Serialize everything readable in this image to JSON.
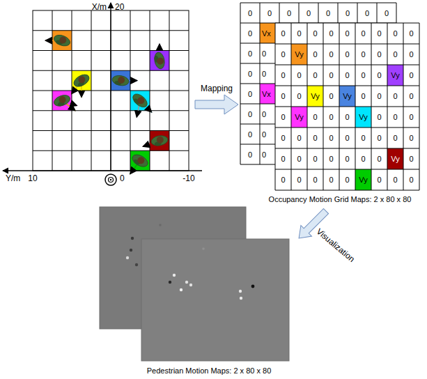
{
  "diagram": {
    "labels": [
      "X/m",
      "20",
      "Y/m",
      "10",
      "0",
      "-10",
      "Mapping",
      "0",
      "0",
      "0",
      "0",
      "0",
      "0",
      "0",
      "0",
      "0",
      "Vx",
      "0",
      "0",
      "0",
      "0",
      "0",
      "Vx",
      "0",
      "0",
      "0",
      "0",
      "0",
      "0",
      "0",
      "0",
      "0",
      "0",
      "0",
      "0",
      "0",
      "0",
      "0",
      "0",
      "Vy",
      "0",
      "0",
      "0",
      "0",
      "0",
      "0",
      "0",
      "0",
      "0",
      "0",
      "0",
      "0",
      "0",
      "0",
      "Vy",
      "0",
      "0",
      "0",
      "Vy",
      "0",
      "Vy",
      "0",
      "0",
      "0",
      "0",
      "0",
      "Vy",
      "0",
      "0",
      "0",
      "Vy",
      "0",
      "0",
      "0",
      "0",
      "0",
      "0",
      "0",
      "0",
      "0",
      "0",
      "0",
      "0",
      "0",
      "0",
      "0",
      "0",
      "0",
      "0",
      "0",
      "Vy",
      "0",
      "0",
      "0",
      "0",
      "0",
      "0",
      "Vy",
      "0",
      "0",
      "0",
      "Occupancy Motion Grid Maps: 2 x 80 x 80",
      "Visualization",
      "Pedestrian Motion Maps: 2 x 80 x 80"
    ]
  }
}
